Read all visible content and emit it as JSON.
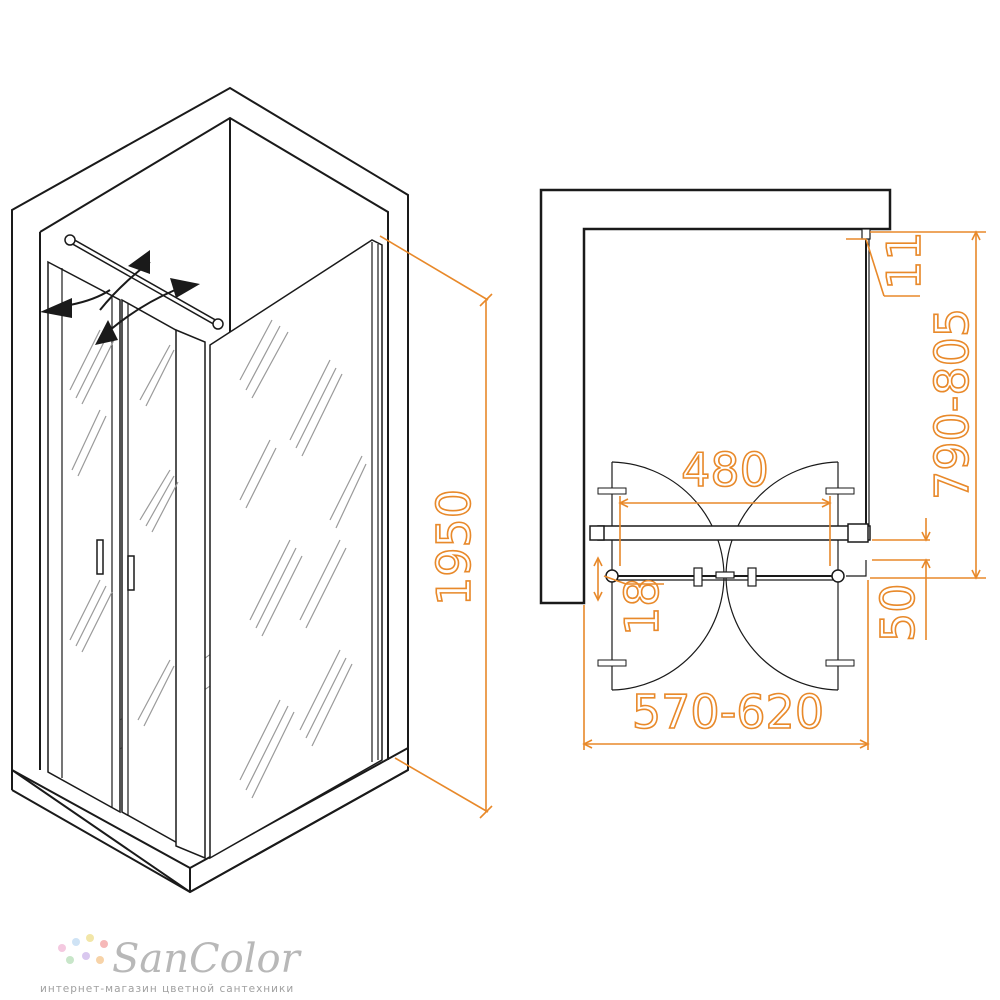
{
  "dimensions": {
    "height_total": "1950",
    "door_opening": "480",
    "wall_gap": "11",
    "side_depth": "790-805",
    "hinge_offset": "18",
    "profile_depth": "50",
    "front_width": "570-620"
  },
  "colors": {
    "dimension": "#e8892a",
    "outline": "#1a1a1a",
    "logo": "#b8b8b8"
  },
  "logo": {
    "name": "SanColor",
    "tagline": "интернет-магазин цветной сантехники"
  },
  "icons": {
    "door_swing": "curved-arrow-icon"
  }
}
